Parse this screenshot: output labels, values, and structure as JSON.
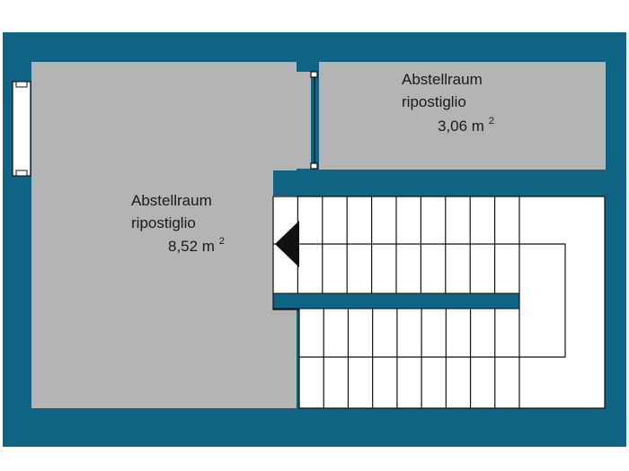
{
  "colors": {
    "wall": "#0e6482",
    "room_fill": "#b4b4b4",
    "stair_fill": "#ffffff",
    "line": "#111111",
    "background": "#ffffff"
  },
  "rooms": [
    {
      "id": "room-large",
      "name_de": "Abstellraum",
      "name_it": "ripostiglio",
      "area": "8,52 m",
      "area_exponent": "2"
    },
    {
      "id": "room-small",
      "name_de": "Abstellraum",
      "name_it": "ripostiglio",
      "area": "3,06 m",
      "area_exponent": "2"
    }
  ],
  "staircase": {
    "upper_flight_treads": 10,
    "lower_flight_treads": 9,
    "direction_arrow": "arrow-left-icon"
  }
}
